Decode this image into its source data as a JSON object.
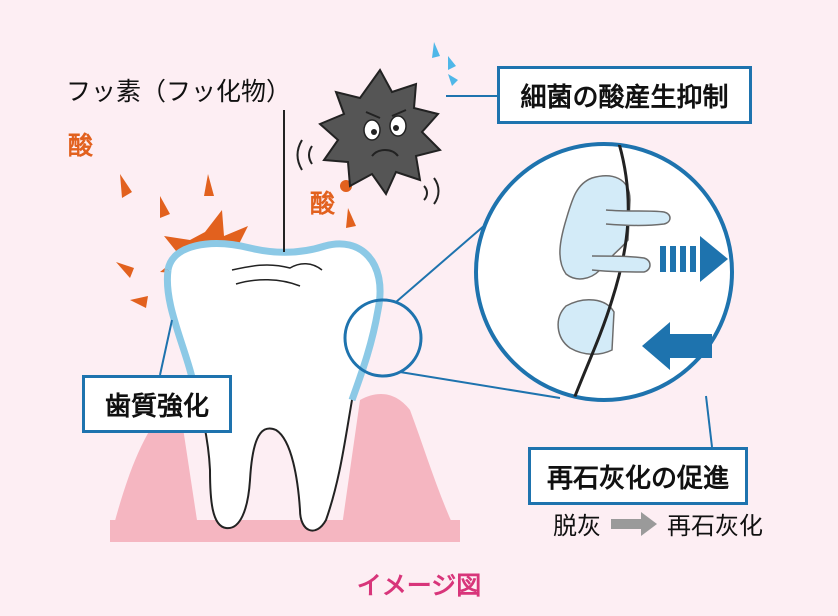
{
  "labels": {
    "fluoride": "フッ素（フッ化物）",
    "acid_1": "酸",
    "acid_2": "酸"
  },
  "boxes": {
    "bacteria_suppression": "細菌の酸産生抑制",
    "enamel_strengthening": "歯質強化",
    "remineralization": "再石灰化の促進"
  },
  "flow": {
    "from": "脱灰",
    "to": "再石灰化"
  },
  "caption": "イメージ図",
  "colors": {
    "background": "#fdeef3",
    "gum": "#f5b6c1",
    "enamel_outline": "#8cc9e6",
    "accent_blue": "#1e73ae",
    "acid_orange": "#e2611e",
    "bacteria_gray": "#555555",
    "caption_pink": "#d8357a"
  }
}
